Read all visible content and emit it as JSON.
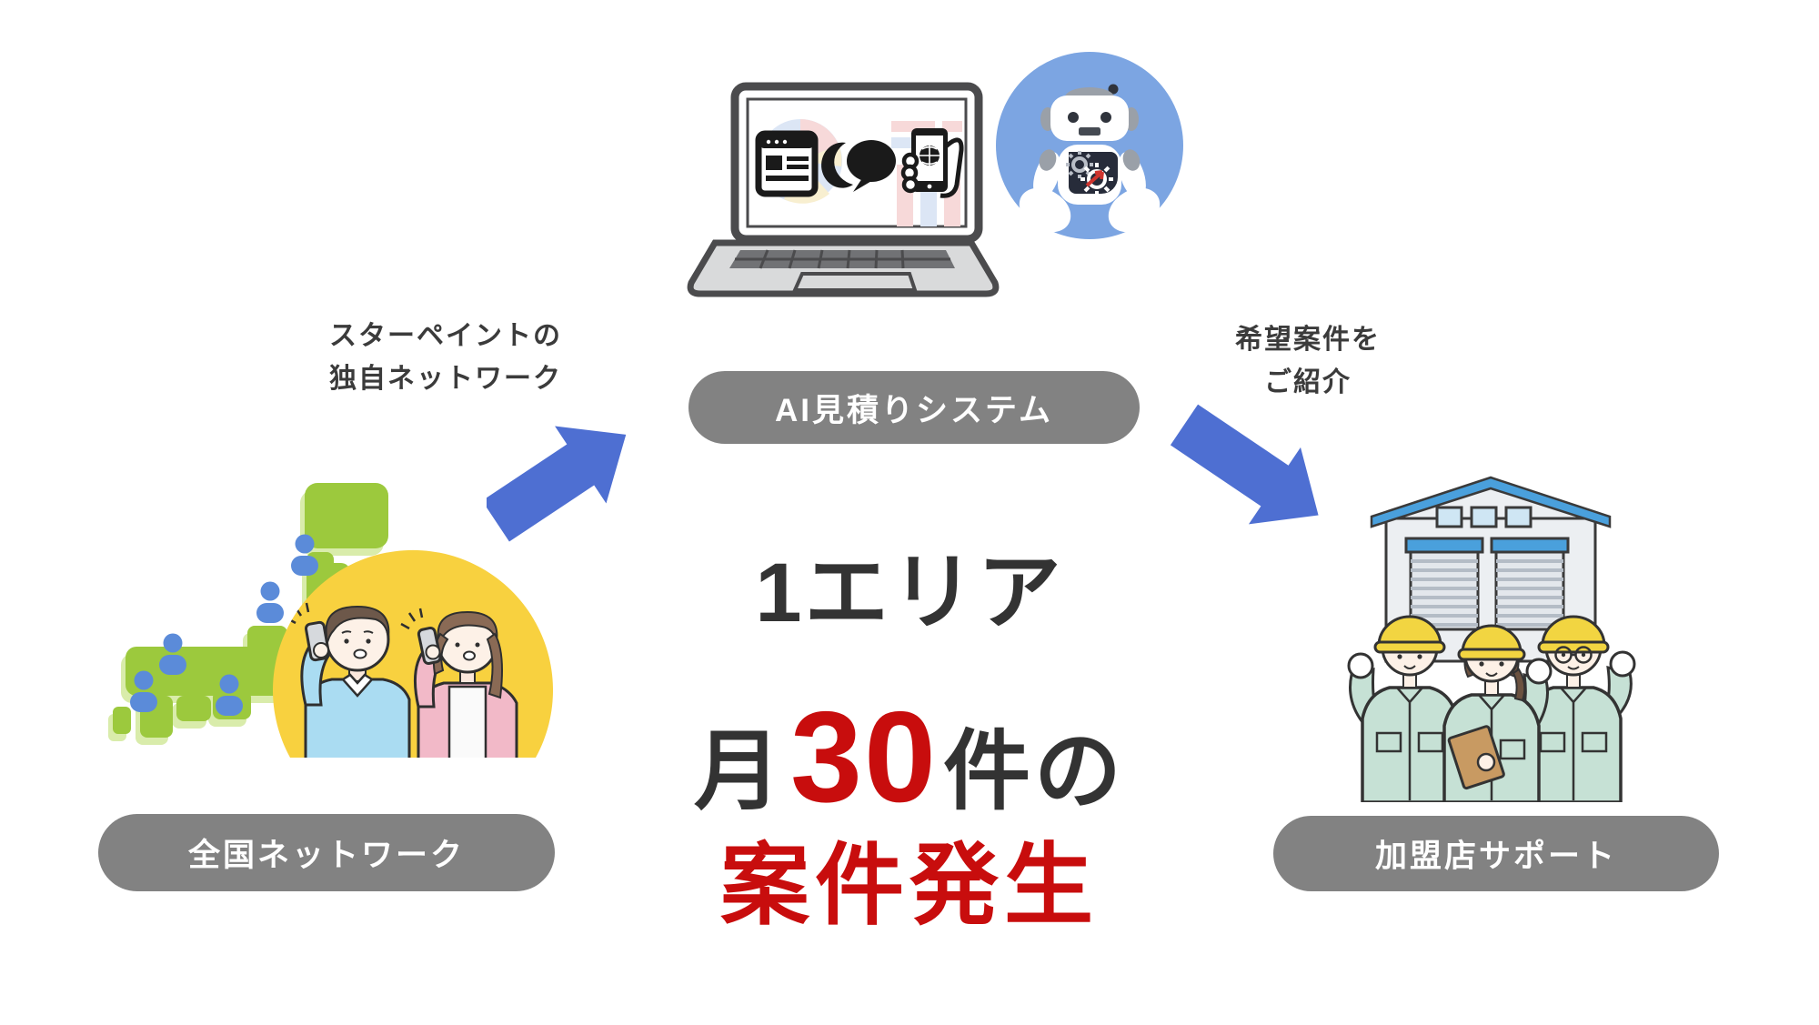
{
  "diagram": {
    "type": "flow",
    "background": "#ffffff",
    "nodes": [
      {
        "id": "national-network",
        "label": "全国ネットワーク"
      },
      {
        "id": "ai-estimate-system",
        "label": "AI見積りシステム"
      },
      {
        "id": "franchise-support",
        "label": "加盟店サポート"
      }
    ],
    "arrows": [
      {
        "from": "national-network",
        "to": "ai-estimate-system",
        "note_line1": "スターペイントの",
        "note_line2": "独自ネットワーク"
      },
      {
        "from": "ai-estimate-system",
        "to": "franchise-support",
        "note_line1": "希望案件を",
        "note_line2": "ご紹介"
      }
    ]
  },
  "headline": {
    "area_line": "1エリア",
    "count_prefix": "月",
    "count_number": "30",
    "count_suffix": "件の",
    "result_line": "案件発生"
  },
  "colors": {
    "pill_background": "#828282",
    "pill_text": "#ffffff",
    "headline_dark": "#333333",
    "accent_red": "#c80d0d",
    "note_text": "#3b3b3b",
    "arrow_blue": "#4e6fd2",
    "robot_circle_blue": "#7ca5e2",
    "map_green": "#9cc93d",
    "map_green_shadow": "#d9ecab",
    "person_marker_blue": "#5b8bd9",
    "highlight_yellow": "#f8d13f",
    "uniform_mint": "#c6e1d5",
    "helmet_yellow": "#f2d541",
    "roof_blue": "#4aa0dc"
  },
  "icons": {
    "laptop": "laptop-icon",
    "browser_window": "browser-window-icon",
    "chat_bubbles": "chat-bubbles-icon",
    "smartphone_in_hand": "smartphone-hand-icon",
    "pie_chart": "pie-chart-icon",
    "bar_chart": "bar-chart-icon",
    "ai_robot": "robot-icon",
    "japan_map": "japan-map-icon",
    "people_markers": "person-marker-icon",
    "man_on_phone": "man-on-phone-icon",
    "woman_on_phone": "woman-on-phone-icon",
    "warehouse": "warehouse-icon",
    "workers": "workers-icon"
  }
}
